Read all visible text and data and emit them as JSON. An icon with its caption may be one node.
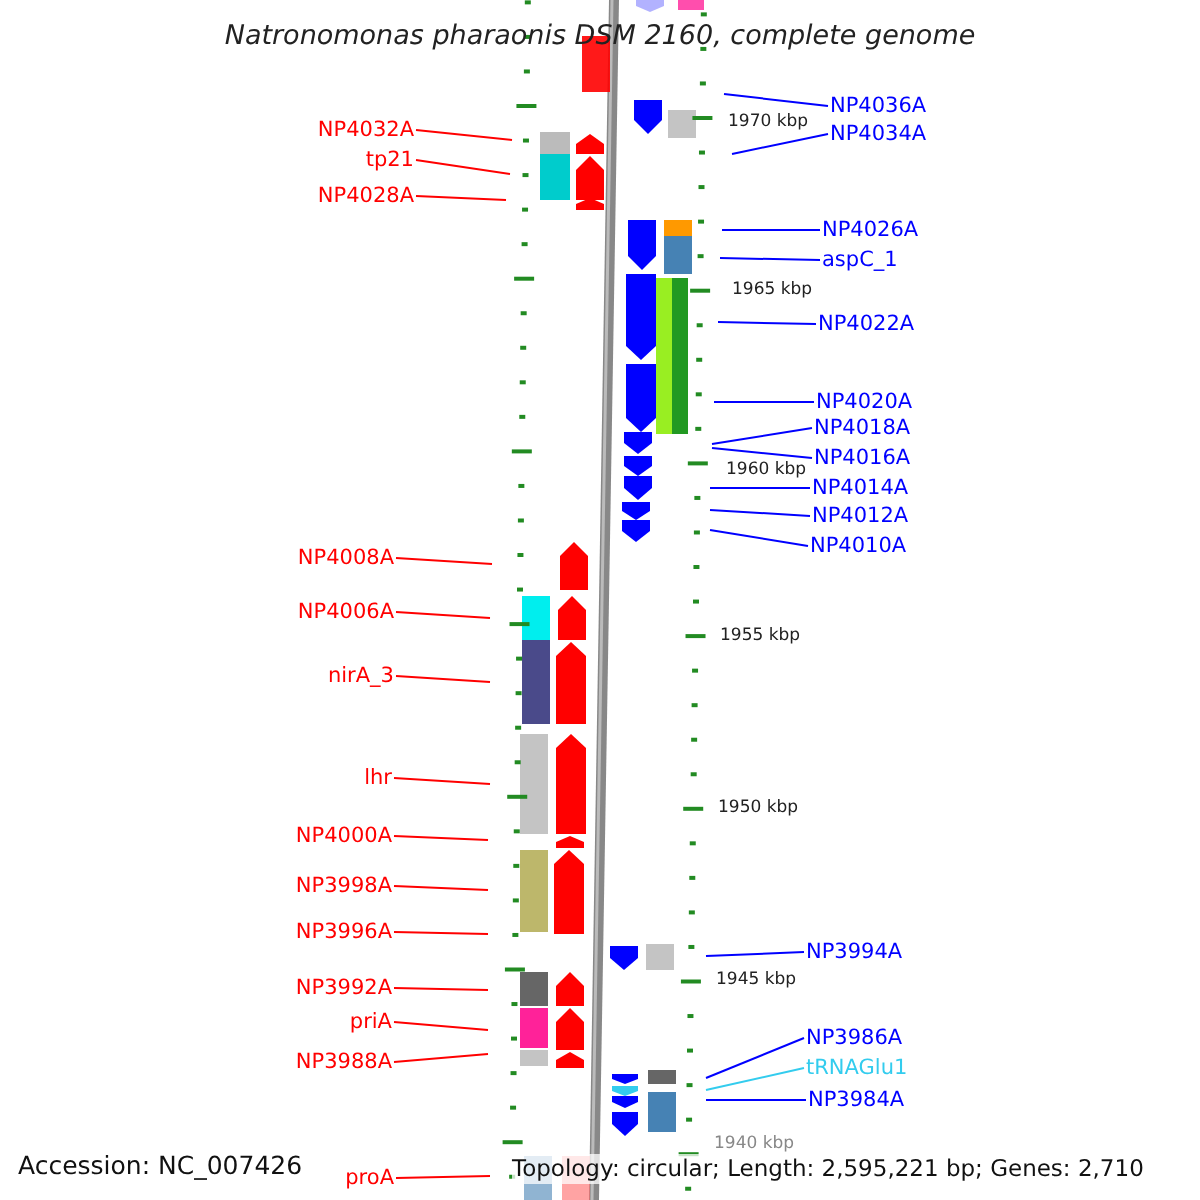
{
  "diagram": {
    "title": "Natronomonas pharaonis DSM 2160, complete genome",
    "nodes": [
      {
        "text": [
          "NP4032A"
        ]
      },
      {
        "text": [
          "tp21"
        ]
      },
      {
        "text": [
          "NP4028A"
        ]
      },
      {
        "text": [
          "NP4008A"
        ]
      },
      {
        "text": [
          "NP4006A"
        ]
      },
      {
        "text": [
          "nirA_3"
        ]
      },
      {
        "text": [
          "lhr"
        ]
      },
      {
        "text": [
          "NP4000A"
        ]
      },
      {
        "text": [
          "NP3998A"
        ]
      },
      {
        "text": [
          "NP3996A"
        ]
      },
      {
        "text": [
          "NP3992A"
        ]
      },
      {
        "text": [
          "priA"
        ]
      },
      {
        "text": [
          "NP3988A"
        ]
      },
      {
        "text": [
          "proA"
        ]
      },
      {
        "text": [
          "NP4036A"
        ]
      },
      {
        "text": [
          "NP4034A"
        ]
      },
      {
        "text": [
          "NP4026A"
        ]
      },
      {
        "text": [
          "aspC_1"
        ]
      },
      {
        "text": [
          "NP4022A"
        ]
      },
      {
        "text": [
          "NP4020A"
        ]
      },
      {
        "text": [
          "NP4018A"
        ]
      },
      {
        "text": [
          "NP4016A"
        ]
      },
      {
        "text": [
          "NP4014A"
        ]
      },
      {
        "text": [
          "NP4012A"
        ]
      },
      {
        "text": [
          "NP4010A"
        ]
      },
      {
        "text": [
          "NP3994A"
        ]
      },
      {
        "text": [
          "NP3986A"
        ]
      },
      {
        "text": [
          "tRNAGlu1"
        ]
      },
      {
        "text": [
          "NP3984A"
        ]
      }
    ],
    "edges": [
      {
        "from": 0,
        "to": null,
        "arrow": "none",
        "color": "#ff0000"
      },
      {
        "from": 1,
        "to": null,
        "arrow": "none",
        "color": "#ff0000"
      },
      {
        "from": 2,
        "to": null,
        "arrow": "none",
        "color": "#ff0000"
      },
      {
        "from": 3,
        "to": null,
        "arrow": "none",
        "color": "#ff0000"
      },
      {
        "from": 4,
        "to": null,
        "arrow": "none",
        "color": "#ff0000"
      },
      {
        "from": 5,
        "to": null,
        "arrow": "none",
        "color": "#ff0000"
      },
      {
        "from": 6,
        "to": null,
        "arrow": "none",
        "color": "#ff0000"
      },
      {
        "from": 7,
        "to": null,
        "arrow": "none",
        "color": "#ff0000"
      },
      {
        "from": 8,
        "to": null,
        "arrow": "none",
        "color": "#ff0000"
      },
      {
        "from": 9,
        "to": null,
        "arrow": "none",
        "color": "#ff0000"
      },
      {
        "from": 10,
        "to": null,
        "arrow": "none",
        "color": "#ff0000"
      },
      {
        "from": 11,
        "to": null,
        "arrow": "none",
        "color": "#ff0000"
      },
      {
        "from": 12,
        "to": null,
        "arrow": "none",
        "color": "#ff0000"
      },
      {
        "from": 13,
        "to": null,
        "arrow": "none",
        "color": "#ff0000"
      },
      {
        "from": 14,
        "to": null,
        "arrow": "none",
        "color": "#0000ff"
      },
      {
        "from": 15,
        "to": null,
        "arrow": "none",
        "color": "#0000ff"
      },
      {
        "from": 16,
        "to": null,
        "arrow": "none",
        "color": "#0000ff"
      },
      {
        "from": 17,
        "to": null,
        "arrow": "none",
        "color": "#0000ff"
      },
      {
        "from": 18,
        "to": null,
        "arrow": "none",
        "color": "#0000ff"
      },
      {
        "from": 19,
        "to": null,
        "arrow": "none",
        "color": "#0000ff"
      },
      {
        "from": 20,
        "to": null,
        "arrow": "none",
        "color": "#0000ff"
      },
      {
        "from": 21,
        "to": null,
        "arrow": "none",
        "color": "#0000ff"
      },
      {
        "from": 22,
        "to": null,
        "arrow": "none",
        "color": "#0000ff"
      },
      {
        "from": 23,
        "to": null,
        "arrow": "none",
        "color": "#0000ff"
      },
      {
        "from": 24,
        "to": null,
        "arrow": "none",
        "color": "#0000ff"
      },
      {
        "from": 25,
        "to": null,
        "arrow": "none",
        "color": "#0000ff"
      },
      {
        "from": 26,
        "to": null,
        "arrow": "none",
        "color": "#0000ff"
      },
      {
        "from": 27,
        "to": null,
        "arrow": "none",
        "color": "#33ccee"
      },
      {
        "from": 28,
        "to": null,
        "arrow": "none",
        "color": "#0000ff"
      }
    ],
    "labels": [
      "1970 kbp",
      "1965 kbp",
      "1960 kbp",
      "1955 kbp",
      "1950 kbp",
      "1945 kbp",
      "1940 kbp",
      "Accession: NC_007426",
      "Topology: circular; Length: 2,595,221 bp; Genes: 2,710"
    ]
  }
}
